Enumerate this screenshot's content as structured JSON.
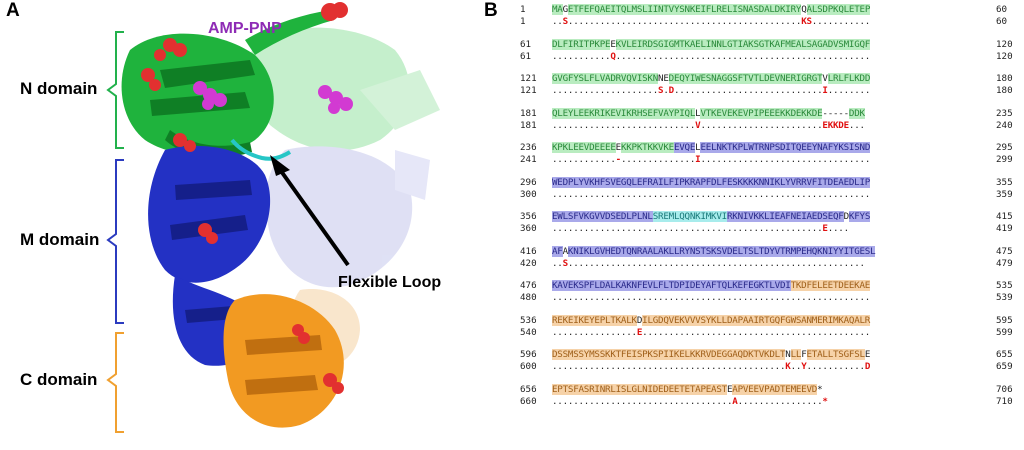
{
  "panels": {
    "a": "A",
    "b": "B"
  },
  "structure": {
    "ligand_label": "AMP-PNP",
    "flexible_loop_label": "Flexible Loop",
    "domains": [
      {
        "key": "n",
        "label": "N domain",
        "color": "#22b14c"
      },
      {
        "key": "m",
        "label": "M domain",
        "color": "#2b3bbf"
      },
      {
        "key": "c",
        "label": "C domain",
        "color": "#f0a030"
      }
    ]
  },
  "colors": {
    "n_bg": "#b9ecc0",
    "n_fg": "#2a8a3a",
    "m_bg": "#a9a9ea",
    "m_fg": "#2a2a8a",
    "l_bg": "#a8ecec",
    "l_fg": "#1a7a7a",
    "c_bg": "#f6d2a8",
    "c_fg": "#a0601a",
    "mut": "#e01010",
    "plain": "#222222"
  },
  "alignment": [
    {
      "n1": "1",
      "n2": "60",
      "m1": "1",
      "m2": "60",
      "top": [
        [
          "MA",
          "n"
        ],
        [
          "G",
          "w"
        ],
        [
          "ETFEFQAEITQLMSLIINTVYSNKEIFLRELISNASDALDKIRY",
          "n"
        ],
        [
          "Q",
          "w"
        ],
        [
          "A",
          "n"
        ],
        [
          "LSDPKQLETEP",
          "n"
        ]
      ],
      "bot": [
        [
          "..",
          "d"
        ],
        [
          "S",
          "r"
        ],
        [
          "............................................",
          "d"
        ],
        [
          "KS",
          "r"
        ],
        [
          "...........",
          "d"
        ]
      ]
    },
    {
      "n1": "61",
      "n2": "120",
      "m1": "61",
      "m2": "120",
      "top": [
        [
          "DLFIRITPKPE",
          "n"
        ],
        [
          "E",
          "w"
        ],
        [
          "KVLEIRDSGIGMTKAELINNLGTIAKSGTKAFMEALSAGADVSMIGQF",
          "n"
        ]
      ],
      "bot": [
        [
          "...........",
          "d"
        ],
        [
          "Q",
          "r"
        ],
        [
          "................................................",
          "d"
        ]
      ]
    },
    {
      "n1": "121",
      "n2": "180",
      "m1": "121",
      "m2": "180",
      "top": [
        [
          "GVGFYSLFLVADRVQVISKN",
          "n"
        ],
        [
          "N",
          "w"
        ],
        [
          "E",
          "w"
        ],
        [
          "DEQYIWESNAGGSFTVTLDEVNERIGRGT",
          "n"
        ],
        [
          "V",
          "w"
        ],
        [
          "LRLFLKDD",
          "n"
        ]
      ],
      "bot": [
        [
          "....................",
          "d"
        ],
        [
          "S",
          "r"
        ],
        [
          ".",
          "d"
        ],
        [
          "D",
          "r"
        ],
        [
          "............................",
          "d"
        ],
        [
          "I",
          "r"
        ],
        [
          "........",
          "d"
        ]
      ]
    },
    {
      "n1": "181",
      "n2": "235",
      "m1": "181",
      "m2": "240",
      "top": [
        [
          "QLEYLEEKRIKEVIKRHSEFVAYPIQL",
          "n"
        ],
        [
          "L",
          "w"
        ],
        [
          "VTKEVEKEVPIPEEEKKDEKKDE",
          "n"
        ],
        [
          "-----",
          "g"
        ],
        [
          "DDK",
          "n"
        ]
      ],
      "bot": [
        [
          "...........................",
          "d"
        ],
        [
          "V",
          "r"
        ],
        [
          ".......................",
          "d"
        ],
        [
          "EKKDE",
          "r"
        ],
        [
          "...",
          "d"
        ]
      ]
    },
    {
      "n1": "236",
      "n2": "295",
      "m1": "241",
      "m2": "299",
      "top": [
        [
          "KPKLEEVDEEEE",
          "n"
        ],
        [
          "E",
          "w"
        ],
        [
          "KKPKTKKVKE",
          "n"
        ],
        [
          "EVQE",
          "m"
        ],
        [
          "L",
          "w"
        ],
        [
          "EELNKTKPLWTRNPSDITQEEYNAFYKSISND",
          "m"
        ]
      ],
      "bot": [
        [
          "............",
          "d"
        ],
        [
          "-",
          "r"
        ],
        [
          "..............",
          "d"
        ],
        [
          "I",
          "r"
        ],
        [
          "................................",
          "d"
        ]
      ]
    },
    {
      "n1": "296",
      "n2": "355",
      "m1": "300",
      "m2": "359",
      "top": [
        [
          "WEDPLYVKHFSVEGQLEFRAILFIPKRAPFDLFESKKKKNNIKLYVRRVFITDEAEDLIP",
          "m"
        ]
      ],
      "bot": [
        [
          "............................................................",
          "d"
        ]
      ]
    },
    {
      "n1": "356",
      "n2": "415",
      "m1": "360",
      "m2": "419",
      "top": [
        [
          "EWLSFVKGVVDSEDLPLNL",
          "m"
        ],
        [
          "SREMLQQNKIMKVI",
          "l"
        ],
        [
          "RKNIVKKLIEAFNEIAEDSEQF",
          "m"
        ],
        [
          "D",
          "w"
        ],
        [
          "KFYS",
          "m"
        ]
      ],
      "bot": [
        [
          "...................................................",
          "d"
        ],
        [
          "E",
          "r"
        ],
        [
          "....",
          "d"
        ]
      ]
    },
    {
      "n1": "416",
      "n2": "475",
      "m1": "420",
      "m2": "479",
      "top": [
        [
          "AF",
          "m"
        ],
        [
          "A",
          "w"
        ],
        [
          "KNIKLGVHEDTQNRAALAKLLRYNSTSKSVDELTSLTDYVTRMPEHQKNIYYITGESL",
          "m"
        ]
      ],
      "bot": [
        [
          "..",
          "d"
        ],
        [
          "S",
          "r"
        ],
        [
          "........................................................",
          "d"
        ]
      ]
    },
    {
      "n1": "476",
      "n2": "535",
      "m1": "480",
      "m2": "539",
      "top": [
        [
          "KAVEKSPFLDALKAKNFEVLFLTDPIDEYAFTQLKEFEGKTLVDI",
          "m"
        ],
        [
          "TKDFELEETDEEKAE",
          "c"
        ]
      ],
      "bot": [
        [
          "............................................................",
          "d"
        ]
      ]
    },
    {
      "n1": "536",
      "n2": "595",
      "m1": "540",
      "m2": "599",
      "top": [
        [
          "REKEIKEYEPLTKALK",
          "c"
        ],
        [
          "D",
          "w"
        ],
        [
          "ILGDQVEKVVVSYKLLDAPAAIRTGQFGWSANMERIMKAQALR",
          "c"
        ]
      ],
      "bot": [
        [
          "................",
          "d"
        ],
        [
          "E",
          "r"
        ],
        [
          "...........................................",
          "d"
        ]
      ]
    },
    {
      "n1": "596",
      "n2": "655",
      "m1": "600",
      "m2": "659",
      "top": [
        [
          "DSSMSSYMSSKKTFEISPKSPIIKELKKRVDEGGAQDKTVKDLT",
          "c"
        ],
        [
          "N",
          "w"
        ],
        [
          "LL",
          "c"
        ],
        [
          "F",
          "w"
        ],
        [
          "ETALLTSGFSL",
          "c"
        ],
        [
          "E",
          "w"
        ]
      ],
      "bot": [
        [
          "............................................",
          "d"
        ],
        [
          "K",
          "r"
        ],
        [
          "..",
          "d"
        ],
        [
          "Y",
          "r"
        ],
        [
          "...........",
          "d"
        ],
        [
          "D",
          "r"
        ]
      ]
    },
    {
      "n1": "656",
      "n2": "706",
      "m1": "660",
      "m2": "710",
      "top": [
        [
          "EPTSFASRINRLISLGLNIDEDEETETAPEAST",
          "c"
        ],
        [
          "E",
          "w"
        ],
        [
          "APVEEVPADTEMEEVD",
          "c"
        ],
        [
          "*",
          "s"
        ]
      ],
      "bot": [
        [
          "..................................",
          "d"
        ],
        [
          "A",
          "r"
        ],
        [
          "................",
          "d"
        ],
        [
          "*",
          "r"
        ]
      ]
    }
  ]
}
